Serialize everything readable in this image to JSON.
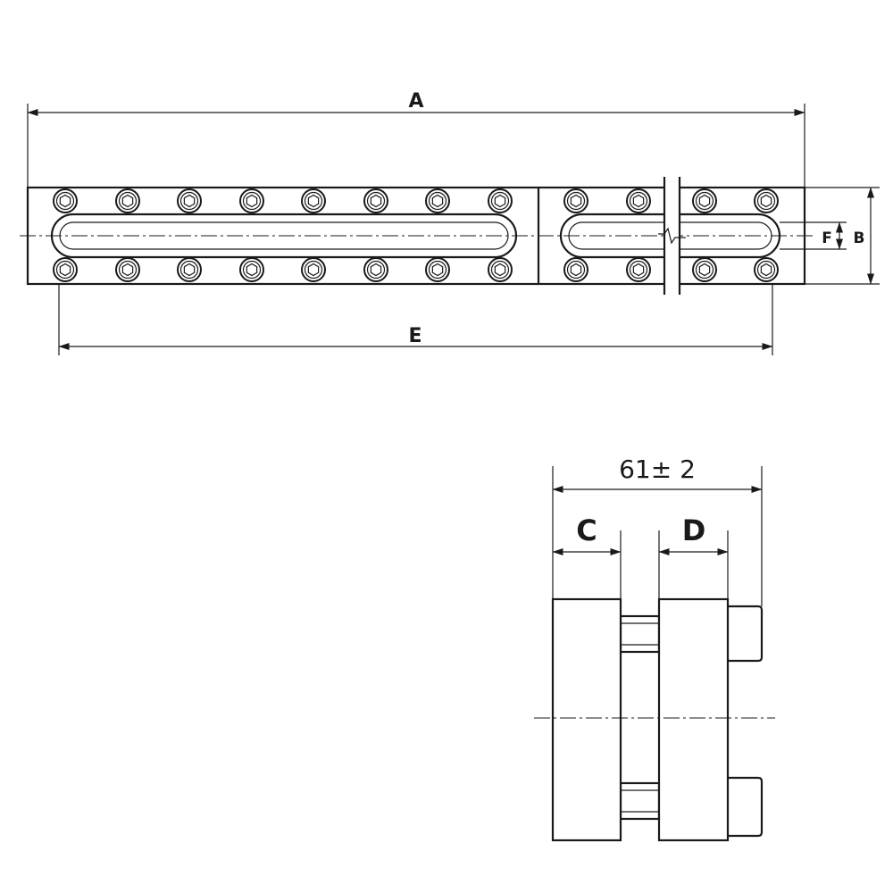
{
  "drawing": {
    "dim_a": "A",
    "dim_b": "B",
    "dim_e": "E",
    "dim_f": "F",
    "dim_c": "C",
    "dim_d": "D",
    "dim_total": "61± 2"
  },
  "colors": {
    "line": "#1a1a1a",
    "background": "#ffffff"
  }
}
